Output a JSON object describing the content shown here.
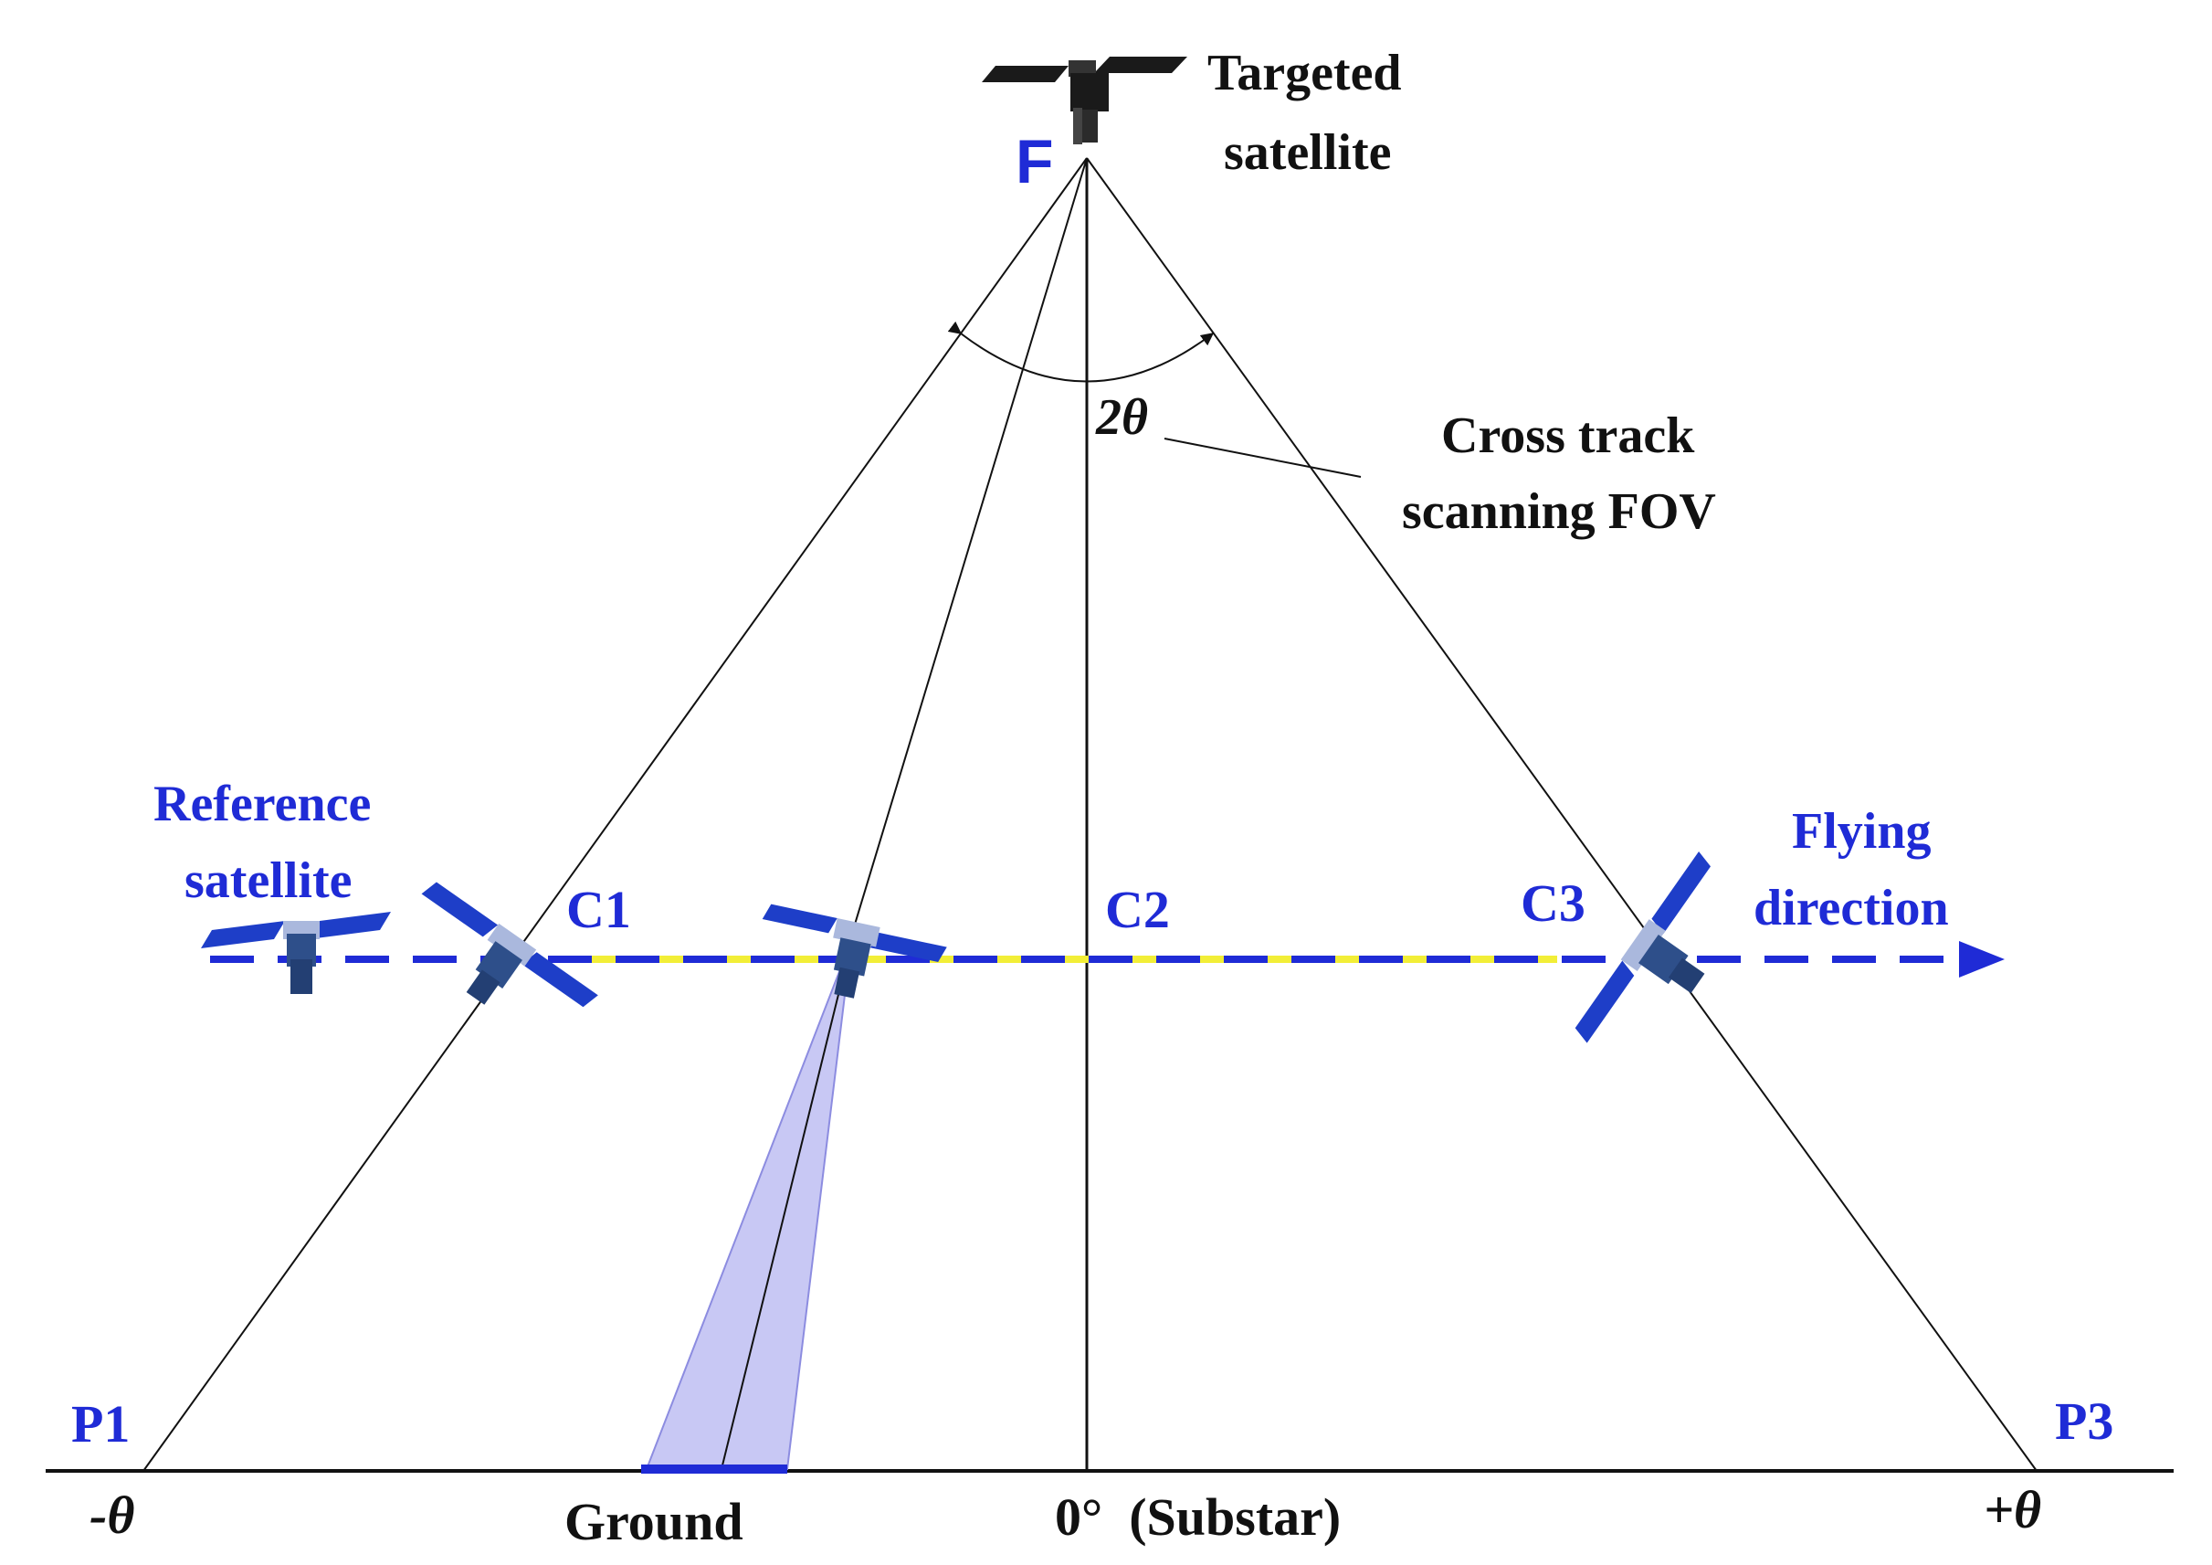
{
  "labels": {
    "targeted_satellite": [
      "Targeted",
      "satellite"
    ],
    "focus_point": "F",
    "angle": "2θ",
    "fov": [
      "Cross track",
      "scanning FOV"
    ],
    "reference_satellite": [
      "Reference",
      "satellite"
    ],
    "flying_direction": [
      "Flying",
      "direction"
    ],
    "c1": "C1",
    "c2": "C2",
    "c3": "C3",
    "p1": "P1",
    "p3": "P3",
    "minus_theta": "-θ",
    "zero_substar": "0°  (Substar)",
    "plus_theta": "+θ",
    "ground": "Ground"
  },
  "colors": {
    "line": "#111111",
    "accent_blue": "#1f2bd6",
    "track_yellow": "#f2ee37",
    "footprint_fill": "#c8c8f4",
    "panel_blue": "#1e3ec8",
    "satellite_body": "#2e4f8a",
    "targeted_satellite": "#1a1a1a"
  }
}
